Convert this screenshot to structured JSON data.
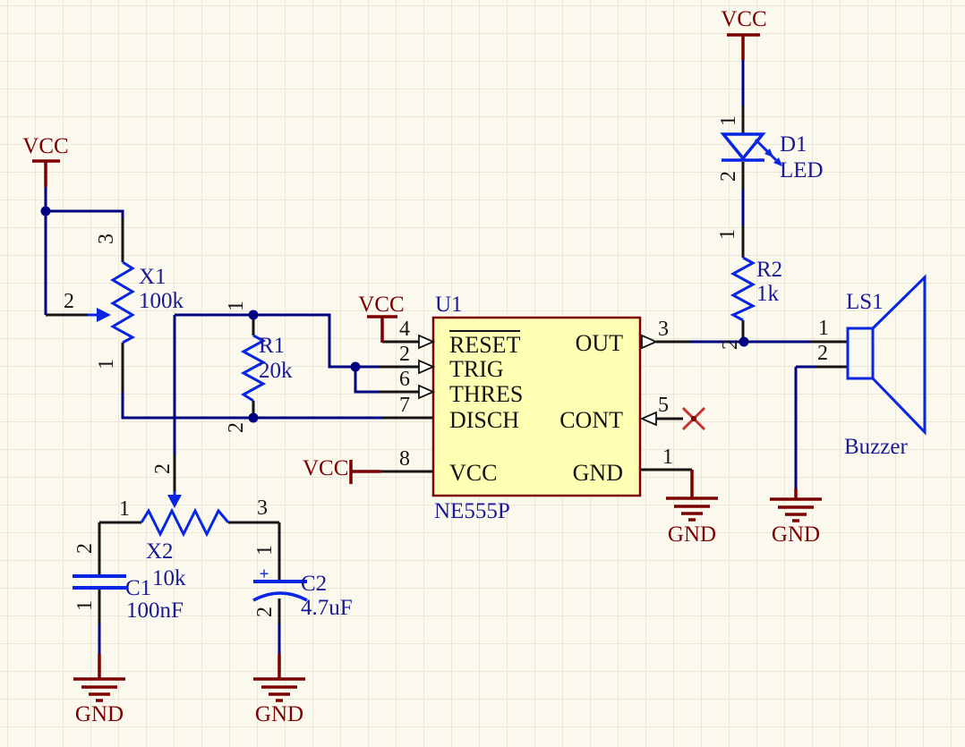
{
  "schematic": {
    "power": {
      "vcc_label": "VCC",
      "gnd_label": "GND"
    },
    "components": {
      "x1": {
        "designator": "X1",
        "value": "100k",
        "pins": {
          "p1": "1",
          "p2": "2",
          "p3": "3"
        }
      },
      "r1": {
        "designator": "R1",
        "value": "20k",
        "pins": {
          "p1": "1",
          "p2": "2"
        }
      },
      "x2": {
        "designator": "X2",
        "value": "10k",
        "pins": {
          "p1": "1",
          "p2": "2",
          "p3": "3"
        }
      },
      "c1": {
        "designator": "C1",
        "value": "100nF",
        "pins": {
          "p1": "1",
          "p2": "2"
        }
      },
      "c2": {
        "designator": "C2",
        "value": "4.7uF",
        "pins": {
          "p1": "1",
          "p2": "2"
        },
        "polarity": "+"
      },
      "r2": {
        "designator": "R2",
        "value": "1k",
        "pins": {
          "p1": "1",
          "p2": "2"
        }
      },
      "d1": {
        "designator": "D1",
        "value": "LED",
        "pins": {
          "p1": "1",
          "p2": "2"
        }
      },
      "ls1": {
        "designator": "LS1",
        "value": "Buzzer",
        "pins": {
          "p1": "1",
          "p2": "2"
        }
      },
      "u1": {
        "designator": "U1",
        "value": "NE555P",
        "pins": {
          "reset": {
            "number": "4",
            "name": "RESET"
          },
          "trig": {
            "number": "2",
            "name": "TRIG"
          },
          "thres": {
            "number": "6",
            "name": "THRES"
          },
          "disch": {
            "number": "7",
            "name": "DISCH"
          },
          "vcc": {
            "number": "8",
            "name": "VCC"
          },
          "out": {
            "number": "3",
            "name": "OUT"
          },
          "cont": {
            "number": "5",
            "name": "CONT"
          },
          "gnd": {
            "number": "1",
            "name": "GND"
          }
        }
      }
    },
    "colors": {
      "wire": "#000080",
      "symbol": "#0725E3",
      "text": "#191996",
      "power": "#7D0000",
      "ic_fill": "#FFFFB3",
      "no_connect_x": "#C43232",
      "background": "#FBF9EE"
    }
  }
}
